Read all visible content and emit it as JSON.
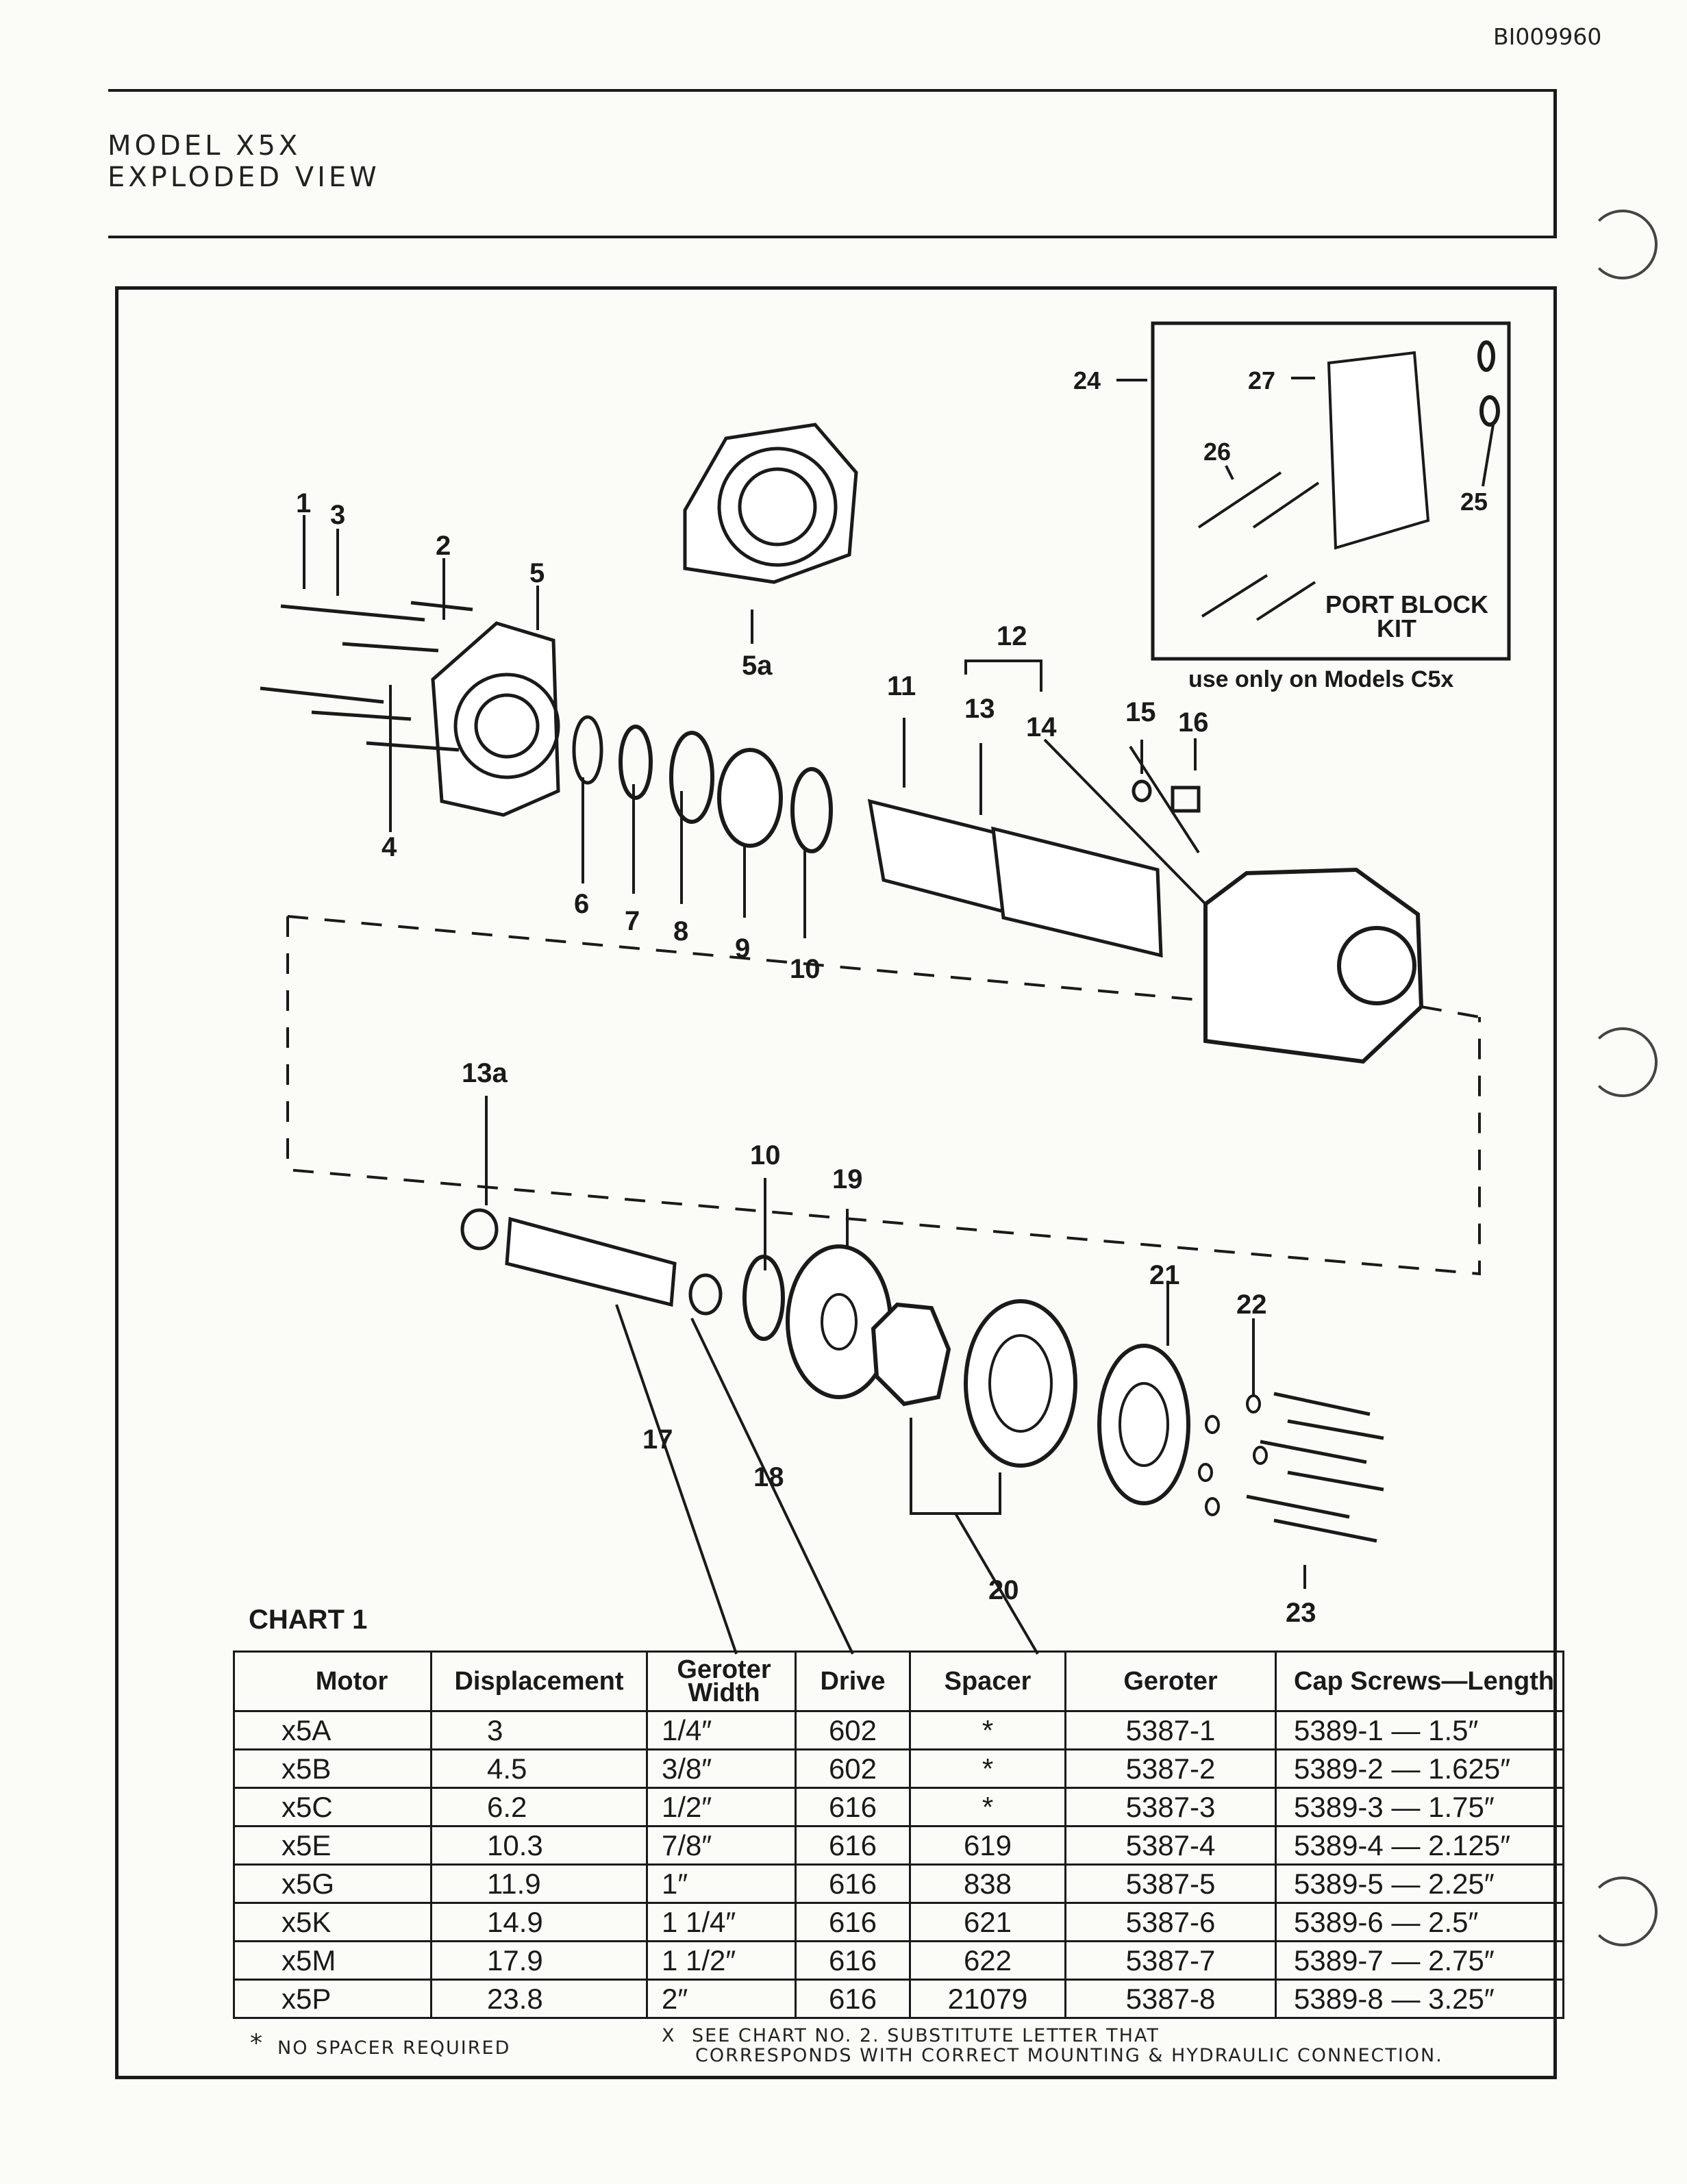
{
  "doc_id": "BI009960",
  "title": {
    "line1": "MODEL  X5X",
    "line2": "EXPLODED  VIEW"
  },
  "inset": {
    "label": "PORT BLOCK",
    "label2": "KIT",
    "caption": "use only on Models C5x"
  },
  "labels": {
    "l1": "1",
    "l2": "2",
    "l3": "3",
    "l4": "4",
    "l5": "5",
    "l5a": "5a",
    "l6": "6",
    "l7": "7",
    "l8": "8",
    "l9": "9",
    "l10": "10",
    "l10b": "10",
    "l11": "11",
    "l12": "12",
    "l13": "13",
    "l13a": "13a",
    "l14": "14",
    "l15": "15",
    "l16": "16",
    "l17": "17",
    "l18": "18",
    "l19": "19",
    "l20": "20",
    "l21": "21",
    "l22": "22",
    "l23": "23",
    "l24": "24",
    "l25": "25",
    "l26": "26",
    "l27": "27"
  },
  "chart": {
    "title": "CHART 1",
    "headers": {
      "motor": "Motor",
      "displacement": "Displacement",
      "width1": "Geroter",
      "width2": "Width",
      "drive": "Drive",
      "spacer": "Spacer",
      "geroter": "Geroter",
      "screws": "Cap Screws—Length"
    },
    "rows": [
      {
        "motor": "x5A",
        "displacement": "3",
        "width": "1/4″",
        "drive": "602",
        "spacer": "*",
        "geroter": "5387-1",
        "screws": "5389-1 — 1.5″"
      },
      {
        "motor": "x5B",
        "displacement": "4.5",
        "width": "3/8″",
        "drive": "602",
        "spacer": "*",
        "geroter": "5387-2",
        "screws": "5389-2 — 1.625″"
      },
      {
        "motor": "x5C",
        "displacement": "6.2",
        "width": "1/2″",
        "drive": "616",
        "spacer": "*",
        "geroter": "5387-3",
        "screws": "5389-3 — 1.75″"
      },
      {
        "motor": "x5E",
        "displacement": "10.3",
        "width": "7/8″",
        "drive": "616",
        "spacer": "619",
        "geroter": "5387-4",
        "screws": "5389-4 — 2.125″"
      },
      {
        "motor": "x5G",
        "displacement": "11.9",
        "width": "1″",
        "drive": "616",
        "spacer": "838",
        "geroter": "5387-5",
        "screws": "5389-5 — 2.25″"
      },
      {
        "motor": "x5K",
        "displacement": "14.9",
        "width": "1 1/4″",
        "drive": "616",
        "spacer": "621",
        "geroter": "5387-6",
        "screws": "5389-6 — 2.5″"
      },
      {
        "motor": "x5M",
        "displacement": "17.9",
        "width": "1 1/2″",
        "drive": "616",
        "spacer": "622",
        "geroter": "5387-7",
        "screws": "5389-7 — 2.75″"
      },
      {
        "motor": "x5P",
        "displacement": "23.8",
        "width": "2″",
        "drive": "616",
        "spacer": "21079",
        "geroter": "5387-8",
        "screws": "5389-8 — 3.25″"
      }
    ]
  },
  "footnotes": {
    "spacer_star": "*",
    "spacer": "NO SPACER REQUIRED",
    "x_mark": "X",
    "x_line1": "SEE CHART NO. 2. SUBSTITUTE LETTER THAT",
    "x_line2": "CORRESPONDS WITH CORRECT MOUNTING & HYDRAULIC CONNECTION."
  }
}
